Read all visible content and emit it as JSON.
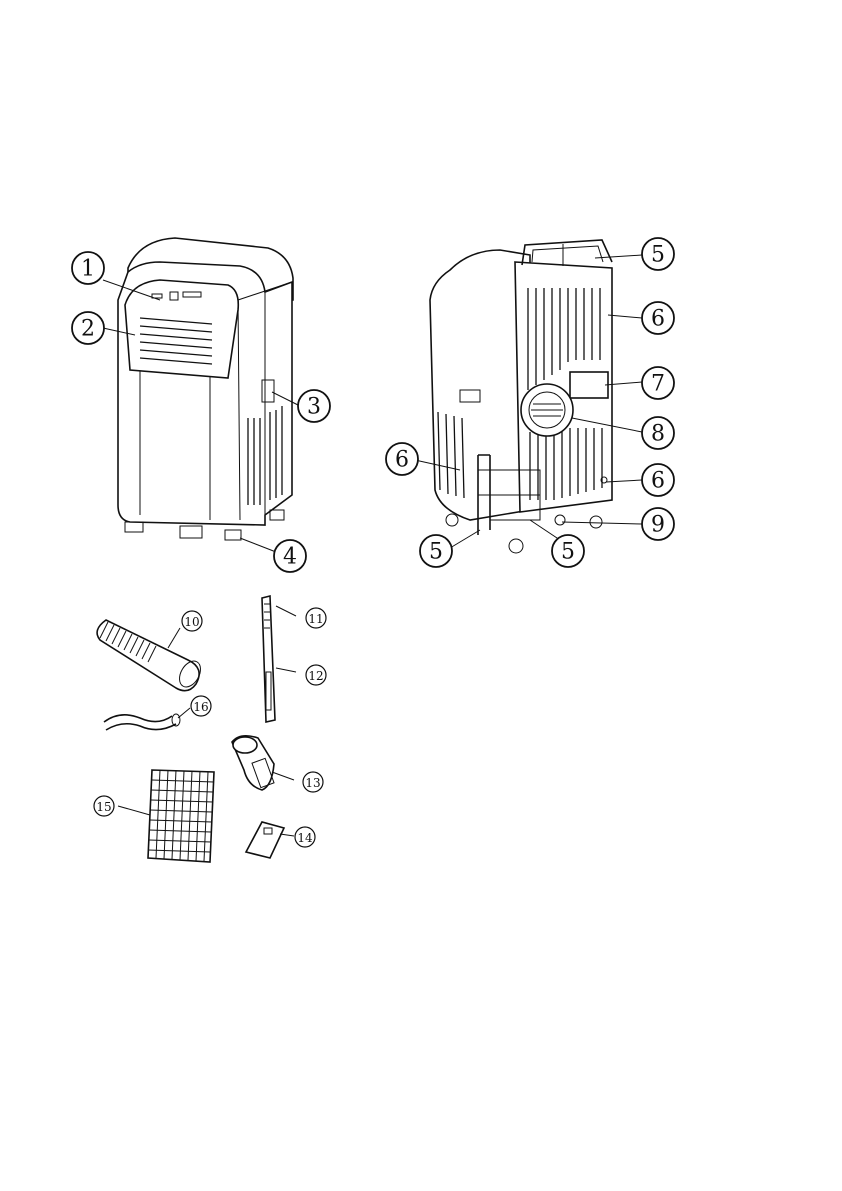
{
  "callouts": {
    "front_unit": [
      "1",
      "2",
      "3",
      "4"
    ],
    "rear_unit": [
      "5",
      "6",
      "7",
      "8",
      "6",
      "6",
      "9",
      "5",
      "5"
    ],
    "accessories": [
      "10",
      "11",
      "12",
      "16",
      "13",
      "15",
      "14"
    ]
  }
}
